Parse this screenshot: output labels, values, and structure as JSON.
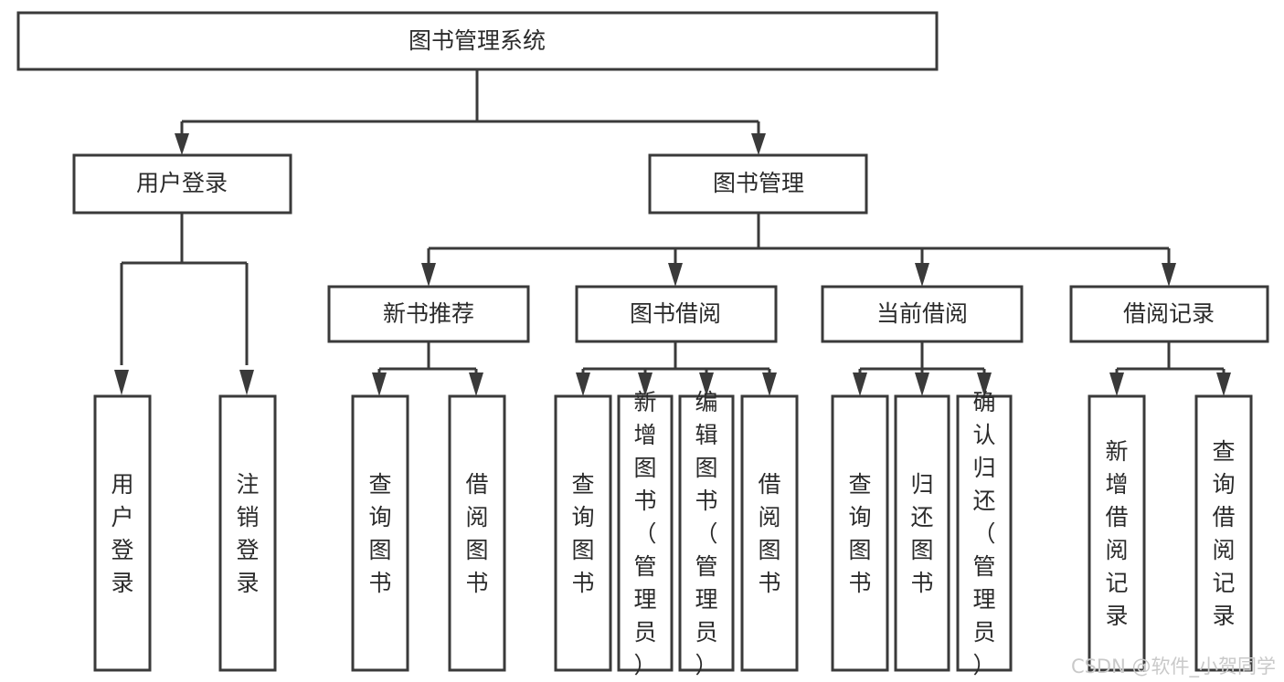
{
  "diagram": {
    "title": "图书管理系统",
    "type": "tree",
    "watermark": "CSDN @软件_小贺同学",
    "colors": {
      "stroke": "#3a3a3a",
      "fill": "#ffffff",
      "text": "#2b2b2b",
      "watermark": "#c9c9c9",
      "background": "#ffffff"
    },
    "root": {
      "label": "图书管理系统"
    },
    "level2": [
      {
        "label": "用户登录"
      },
      {
        "label": "图书管理"
      }
    ],
    "level3": [
      {
        "label": "新书推荐"
      },
      {
        "label": "图书借阅"
      },
      {
        "label": "当前借阅"
      },
      {
        "label": "借阅记录"
      }
    ],
    "leaves": {
      "user_login": [
        {
          "label": "用户登录"
        },
        {
          "label": "注销登录"
        }
      ],
      "new_book_recommend": [
        {
          "label": "查询图书"
        },
        {
          "label": "借阅图书"
        }
      ],
      "book_borrow": [
        {
          "label": "查询图书"
        },
        {
          "label": "新增图书（管理员）"
        },
        {
          "label": "编辑图书（管理员）"
        },
        {
          "label": "借阅图书"
        }
      ],
      "current_borrow": [
        {
          "label": "查询图书"
        },
        {
          "label": "归还图书"
        },
        {
          "label": "确认归还（管理员）"
        }
      ],
      "borrow_record": [
        {
          "label": "新增借阅记录"
        },
        {
          "label": "查询借阅记录"
        }
      ]
    }
  }
}
